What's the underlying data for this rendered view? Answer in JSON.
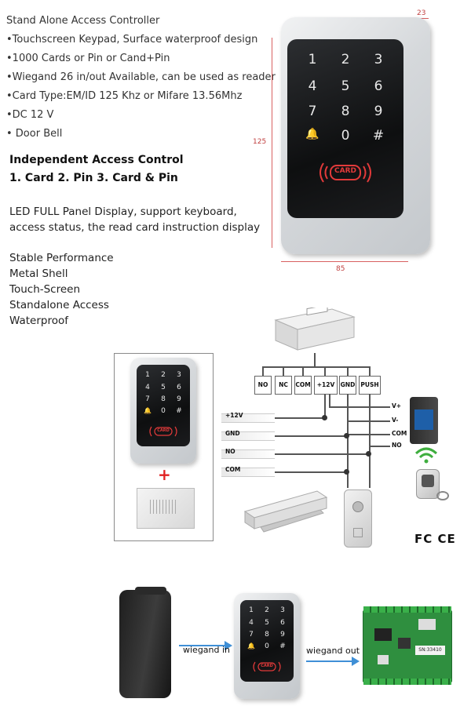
{
  "specs": {
    "title": "Stand Alone Access Controller",
    "items": [
      "•Touchscreen Keypad, Surface waterproof design",
      "•1000 Cards or Pin or Cand+Pin",
      "•Wiegand 26 in/out Available, can be used as reader",
      "•Card Type:EM/ID 125 Khz or Mifare 13.56Mhz",
      "•DC 12 V",
      "• Door Bell"
    ]
  },
  "independent": {
    "line1": "Independent Access Control",
    "line2": "1. Card 2. Pin 3. Card & Pin"
  },
  "led": {
    "line1": "LED FULL Panel Display, support keyboard,",
    "line2": "access status, the read card instruction display"
  },
  "features": [
    "Stable Performance",
    "Metal Shell",
    "Touch-Screen",
    "Standalone Access",
    "Waterproof"
  ],
  "dimensions": {
    "depth": "23",
    "height": "125",
    "width": "85"
  },
  "keypad": {
    "keys": [
      "1",
      "2",
      "3",
      "4",
      "5",
      "6",
      "7",
      "8",
      "9",
      "🔔",
      "0",
      "#"
    ],
    "card_label": "CARD"
  },
  "wiring": {
    "terminals": [
      "NO",
      "NC",
      "COM",
      "+12V",
      "GND",
      "PUSH"
    ],
    "left_labels": [
      "+12V",
      "GND",
      "NO",
      "COM"
    ],
    "right_labels": [
      "V+",
      "V-",
      "COM",
      "NO"
    ],
    "plus": "+",
    "certs": "FC CE"
  },
  "wiegand": {
    "in_label": "wiegand in",
    "out_label": "wiegand out",
    "board_sn": "SN:33410"
  },
  "colors": {
    "arrow": "#3f8fd6",
    "card_red": "#e23a3a",
    "board_green": "#2f8f3f"
  }
}
